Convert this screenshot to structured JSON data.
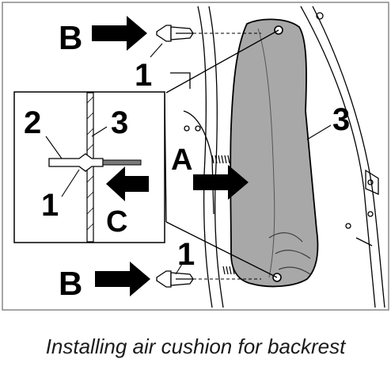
{
  "caption": "Installing air cushion for backrest",
  "labels": {
    "b_top": "B",
    "b_bottom": "B",
    "clip_top": "1",
    "clip_bottom": "1",
    "detail_1": "1",
    "detail_2": "2",
    "detail_3": "3",
    "cushion_3": "3",
    "direction_a": "A",
    "direction_c": "C"
  },
  "colors": {
    "cushion_fill": "#a8a8a8",
    "line": "#000000",
    "frame_line": "#8a8a8a"
  }
}
